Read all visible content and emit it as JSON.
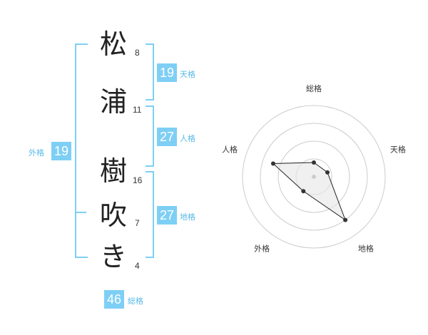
{
  "name": {
    "chars": [
      {
        "char": "松",
        "strokes": "8"
      },
      {
        "char": "浦",
        "strokes": "11"
      },
      {
        "char": "樹",
        "strokes": "16"
      },
      {
        "char": "吹",
        "strokes": "7"
      },
      {
        "char": "き",
        "strokes": "4"
      }
    ]
  },
  "fortune": {
    "ten": {
      "value": "19",
      "label": "天格"
    },
    "jin": {
      "value": "27",
      "label": "人格"
    },
    "chi": {
      "value": "27",
      "label": "地格"
    },
    "gai": {
      "value": "19",
      "label": "外格"
    },
    "so": {
      "value": "46",
      "label": "総格"
    }
  },
  "chart_data": {
    "type": "radar",
    "axes": [
      "総格",
      "天格",
      "地格",
      "外格",
      "人格"
    ],
    "values": [
      0.2,
      0.2,
      0.75,
      0.25,
      0.6
    ],
    "rings": 4,
    "colors": {
      "fill": "#e6e6e6",
      "stroke": "#222222",
      "ring": "#cccccc",
      "point": "#333333"
    }
  }
}
